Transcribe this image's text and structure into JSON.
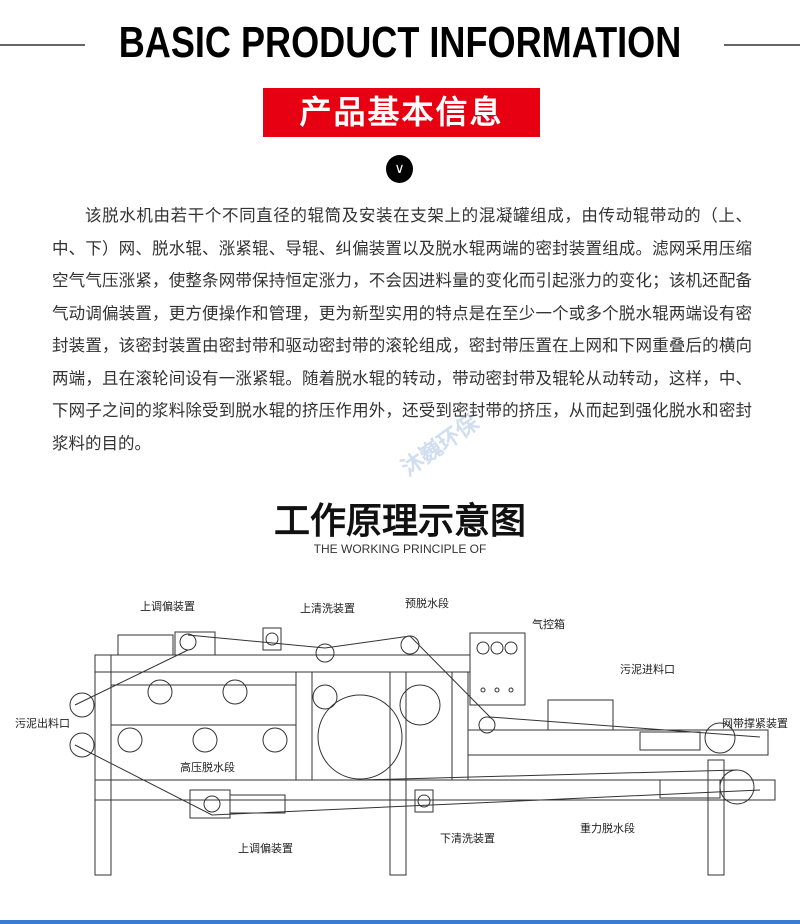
{
  "header": {
    "title_en": "BASIC PRODUCT INFORMATION",
    "title_cn": "产品基本信息",
    "chevron": "∨"
  },
  "description": "该脱水机由若干个不同直径的辊筒及安装在支架上的混凝罐组成，由传动辊带动的（上、中、下）网、脱水辊、涨紧辊、导辊、纠偏装置以及脱水辊两端的密封装置组成。滤网采用压缩空气气压涨紧，使整条网带保持恒定涨力，不会因进料量的变化而引起涨力的变化；该机还配备气动调偏装置，更方便操作和管理，更为新型实用的特点是在至少一个或多个脱水辊两端设有密封装置，该密封装置由密封带和驱动密封带的滚轮组成，密封带压置在上网和下网重叠后的横向两端，且在滚轮间设有一涨紧辊。随着脱水辊的转动，带动密封带及辊轮从动转动，这样，中、下网子之间的浆料除受到脱水辊的挤压作用外，还受到密封带的挤压，从而起到强化脱水和密封浆料的目的。",
  "watermark": "沐巍环保",
  "section": {
    "title_cn": "工作原理示意图",
    "title_en": "THE WORKING PRINCIPLE OF"
  },
  "diagram_labels": {
    "upper_correction": "上调偏装置",
    "upper_wash": "上清洗装置",
    "pre_dewater": "预脱水段",
    "air_box": "气控箱",
    "sludge_inlet": "污泥进料口",
    "sludge_outlet": "污泥出料口",
    "high_pressure": "高压脱水段",
    "belt_tension": "网带撑紧装置",
    "lower_correction": "上调偏装置",
    "lower_wash": "下清洗装置",
    "gravity": "重力脱水段"
  },
  "colors": {
    "accent": "#e60012",
    "bar": "#3a7bd5"
  }
}
